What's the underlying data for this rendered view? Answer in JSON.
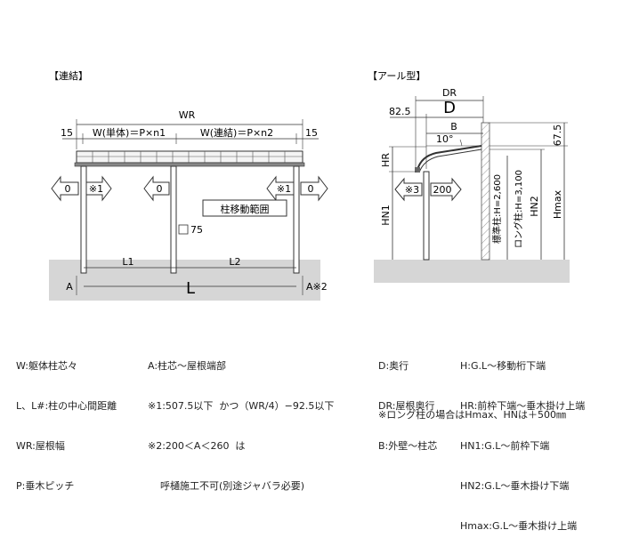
{
  "left": {
    "title": "【連結】",
    "dims": {
      "wr": "WR",
      "side_left": "15",
      "side_right": "15",
      "w_single": "W(単体)＝P×n1",
      "w_linked": "W(連結)＝P×n2",
      "l1": "L1",
      "l2": "L2",
      "l": "L",
      "a_left": "A",
      "a_right": "A※2",
      "h75": "75"
    },
    "arrows": {
      "outer_left": "0",
      "note_left": "※1",
      "center": "0",
      "note_right": "※1",
      "outer_right": "0"
    },
    "post_range": "柱移動範囲"
  },
  "right": {
    "title": "【アール型】",
    "dims": {
      "dr": "DR",
      "d": "D",
      "offset": "82.5",
      "b": "B",
      "angle": "10°",
      "h675": "67.5",
      "hr": "HR",
      "hn1": "HN1",
      "hn2": "HN2",
      "hmax": "Hmax",
      "standard": "標準柱:H=2,600",
      "long": "ロング柱:H=3,100"
    },
    "arrows": {
      "note": "※3",
      "value": "200"
    }
  },
  "legend": {
    "col1": [
      "W:躯体柱芯々",
      "L、L#:柱の中心間距離",
      "WR:屋根幅",
      "P:垂木ピッチ"
    ],
    "col2": [
      "A:柱芯～屋根端部",
      "※1:507.5以下  かつ（WR/4）−92.5以下",
      "※2:200＜A＜260  は",
      "    呼樋施工不可(別途ジャバラ必要)"
    ],
    "col3": [
      "D:奥行",
      "DR:屋根奥行",
      "B:外壁～柱芯"
    ],
    "col4": [
      "H:G.L～移動桁下端",
      "HR:前枠下端～垂木掛け上端",
      "HN1:G.L～前枠下端",
      "HN2:G.L～垂木掛け下端",
      "Hmax:G.L～垂木掛け上端"
    ],
    "footnote": "※ロング柱の場合はHmax、HNは＋500㎜"
  }
}
